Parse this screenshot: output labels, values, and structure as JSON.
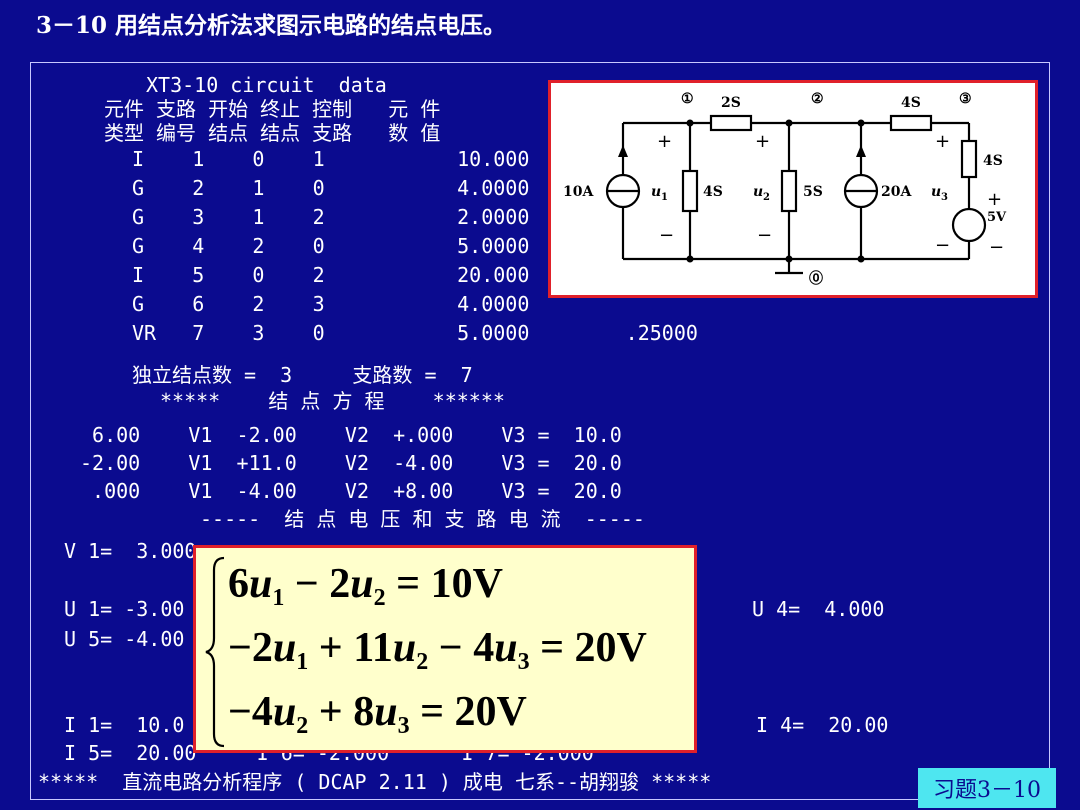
{
  "title": "3－10 用结点分析法求图示电路的结点电压。",
  "console": {
    "header": "XT3-10 circuit  data",
    "col_head_1": "元件 支路 开始 终止 控制   元 件",
    "col_head_2": "类型 编号 结点 结点 支路   数 值",
    "rows": [
      "I    1    0    1           10.000",
      "G    2    1    0           4.0000",
      "G    3    1    2           2.0000",
      "G    4    2    0           5.0000",
      "I    5    0    2           20.000",
      "G    6    2    3           4.0000",
      "VR   7    3    0           5.0000        .25000"
    ],
    "counts": "独立结点数 =  3     支路数 =  7",
    "eq_heading": "*****    结 点 方 程    ******",
    "eq_rows": [
      " 6.00    V1  -2.00    V2  +.000    V3 =  10.0",
      "-2.00    V1  +11.0    V2  -4.00    V3 =  20.0",
      " .000    V1  -4.00    V2  +8.00    V3 =  20.0"
    ],
    "res_heading": "-----  结 点 电 压 和 支 路 电 流  -----",
    "v_row": "V 1=  3.000",
    "u_row_1_left": "U 1= -3.00",
    "u_row_1_right": "U 4=  4.000",
    "u_row_2_left": "U 5= -4.00",
    "i_row_1_left": "I 1=  10.0",
    "i_row_1_right": "I 4=  20.00",
    "i_row_2": "I 5=  20.00     I 6= -2.000      I 7= -2.000",
    "footer": "*****  直流电路分析程序 ( DCAP 2.11 ) 成电 七系--胡翔骏 *****"
  },
  "circuit": {
    "nodes": [
      "①",
      "②",
      "③",
      "⓪"
    ],
    "labels": {
      "src1": "10A",
      "g_u1": "4S",
      "g12": "2S",
      "g_u2": "5S",
      "src2": "20A",
      "g23": "4S",
      "g3": "4S",
      "vs": "5V",
      "u1": "u",
      "u1_sub": "1",
      "u2": "u",
      "u2_sub": "2",
      "u3": "u",
      "u3_sub": "3"
    }
  },
  "equations": [
    [
      "6",
      "u",
      "1",
      " − 2",
      "u",
      "2",
      " = 10V"
    ],
    [
      "−2",
      "u",
      "1",
      " + 11",
      "u",
      "2",
      " − 4",
      "u",
      "3",
      " = 20V"
    ],
    [
      "−4",
      "u",
      "2",
      " + 8",
      "u",
      "3",
      " = 20V"
    ]
  ],
  "tag": "习题3－10"
}
